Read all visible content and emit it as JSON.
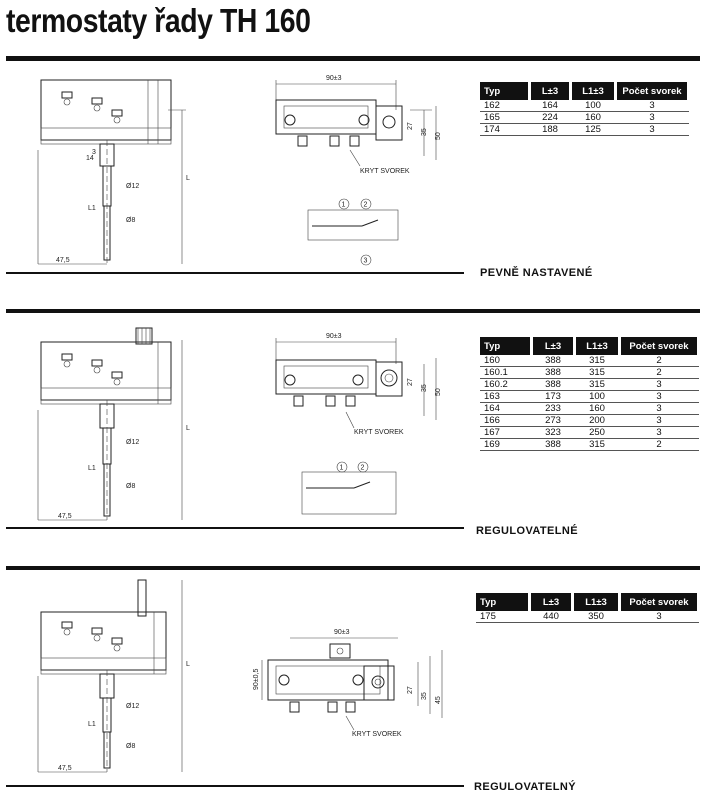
{
  "page_title": "termostaty řady TH 160",
  "table_headers": {
    "typ": "Typ",
    "l": "L±3",
    "l1": "L1±3",
    "svorky": "Počet svorek"
  },
  "sections": [
    {
      "label": "PEVNĚ NASTAVENÉ",
      "rows": [
        {
          "typ": "162",
          "l": "164",
          "l1": "100",
          "svorky": "3"
        },
        {
          "typ": "165",
          "l": "224",
          "l1": "160",
          "svorky": "3"
        },
        {
          "typ": "174",
          "l": "188",
          "l1": "125",
          "svorky": "3"
        }
      ],
      "dims": {
        "width": "90±3",
        "d12": "Ø12",
        "d8": "Ø8",
        "offset": "47,5",
        "h27": "27",
        "h35": "35",
        "h50": "50",
        "cover": "KRYT SVOREK",
        "l": "L",
        "l1": "L1",
        "n14": "14",
        "n3": "3"
      },
      "terminals": [
        "1",
        "2",
        "3"
      ]
    },
    {
      "label": "REGULOVATELNÉ",
      "rows": [
        {
          "typ": "160",
          "l": "388",
          "l1": "315",
          "svorky": "2"
        },
        {
          "typ": "160.1",
          "l": "388",
          "l1": "315",
          "svorky": "2"
        },
        {
          "typ": "160.2",
          "l": "388",
          "l1": "315",
          "svorky": "3"
        },
        {
          "typ": "163",
          "l": "173",
          "l1": "100",
          "svorky": "3"
        },
        {
          "typ": "164",
          "l": "233",
          "l1": "160",
          "svorky": "3"
        },
        {
          "typ": "166",
          "l": "273",
          "l1": "200",
          "svorky": "3"
        },
        {
          "typ": "167",
          "l": "323",
          "l1": "250",
          "svorky": "3"
        },
        {
          "typ": "169",
          "l": "388",
          "l1": "315",
          "svorky": "2"
        }
      ],
      "dims": {
        "width": "90±3",
        "d12": "Ø12",
        "d8": "Ø8",
        "offset": "47,5",
        "h27": "27",
        "h35": "35",
        "h50": "50",
        "cover": "KRYT SVOREK",
        "l": "L",
        "l1": "L1"
      },
      "terminals": [
        "1",
        "2"
      ]
    },
    {
      "label": "REGULOVATELNÝ",
      "rows": [
        {
          "typ": "175",
          "l": "440",
          "l1": "350",
          "svorky": "3"
        }
      ],
      "dims": {
        "width": "90±3",
        "d12": "Ø12",
        "d8": "Ø8",
        "offset": "47,5",
        "h27": "27",
        "h35": "35",
        "h45": "45",
        "side": "90±0,5",
        "cover": "KRYT SVOREK",
        "l": "L",
        "l1": "L1"
      }
    }
  ]
}
